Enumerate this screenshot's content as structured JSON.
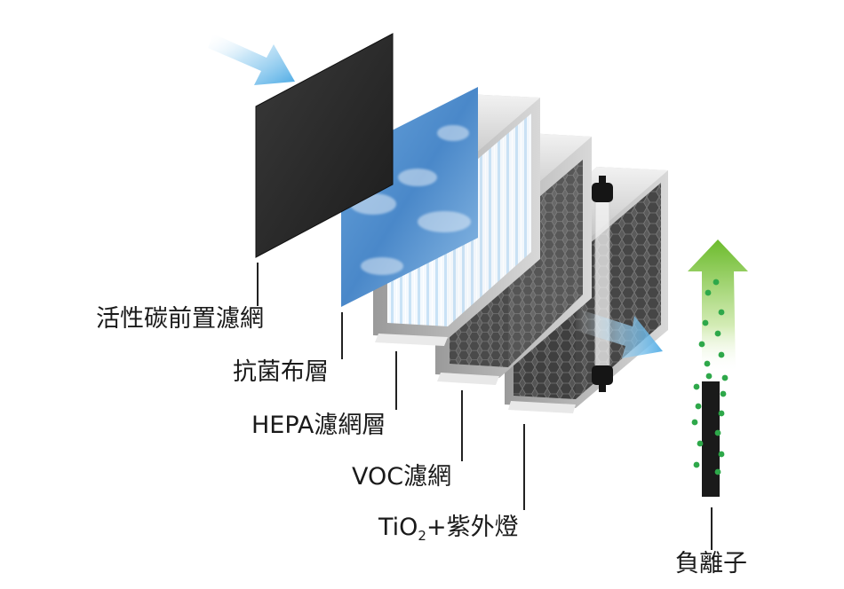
{
  "labels": {
    "carbon": "活性碳前置濾網",
    "antibacterial": "抗菌布層",
    "hepa": "HEPA濾網層",
    "voc": "VOC濾網",
    "tio2_prefix": "TiO",
    "tio2_sub": "2",
    "tio2_suffix": "+紫外燈",
    "anion": "負離子"
  },
  "colors": {
    "carbon": "#2b2b2b",
    "antibacterial": "#4f8fd0",
    "hepa": "#dfeffc",
    "frame": "#c9c9c9",
    "mesh": "#5a5a5a",
    "arrow_in": "#5fb4e8",
    "arrow_up": "#7cc242",
    "ion_dots": "#2ea84a"
  },
  "icons": {
    "airflow_in": "arrow-in-icon",
    "airflow_out": "arrow-out-icon",
    "ion_flow": "arrow-up-icon"
  }
}
